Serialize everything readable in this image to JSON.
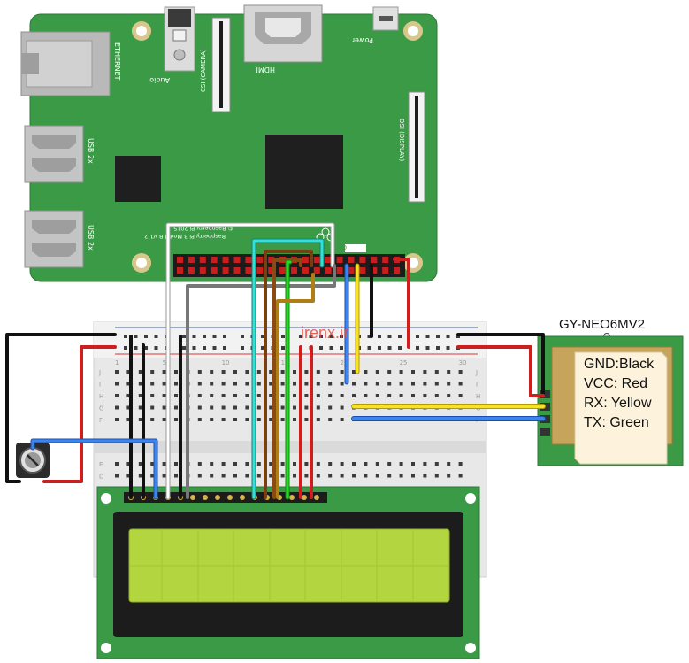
{
  "pi": {
    "ethernet": "ETHERNET",
    "usb_top": "USB 2x",
    "usb_bottom": "USB 2x",
    "audio": "Audio",
    "csi": "CSI (CAMERA)",
    "hdmi": "HDMI",
    "power": "Power",
    "dsi": "DSI (DISPLAY)",
    "model": "Raspberry Pi 3 Model B V1.2",
    "copyright": "© Raspberry Pi 2015",
    "gpio": "GPIO",
    "board_color": "#3a9a46"
  },
  "breadboard": {
    "col_numbers": [
      "1",
      "5",
      "10",
      "15",
      "20",
      "25",
      "30"
    ],
    "row_letters_top": [
      "J",
      "I",
      "H",
      "G",
      "F"
    ],
    "row_letters_bottom": [
      "E",
      "D"
    ]
  },
  "watermark": "irenx.ir",
  "gps": {
    "title": "GY-NEO6MV2",
    "pins": [
      "GND:Black",
      "VCC: Red",
      "RX: Yellow",
      "TX: Green"
    ],
    "board_color": "#3a9a46",
    "label_bg": "#fdf3dc"
  },
  "lcd": {
    "board_color": "#3a9a46",
    "screen_color": "#b3d53f"
  }
}
